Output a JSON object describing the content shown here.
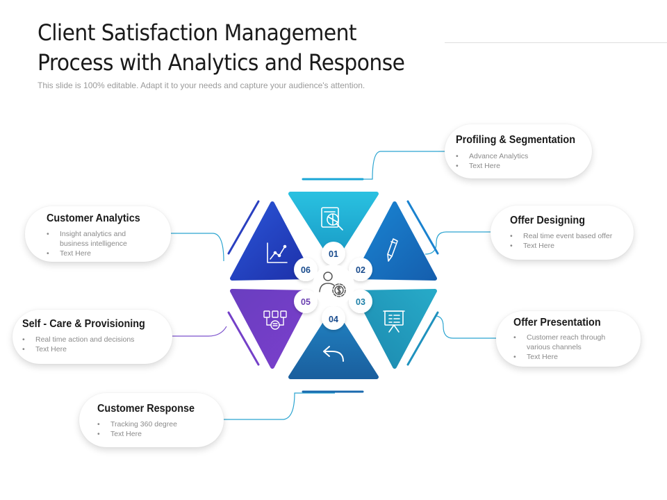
{
  "title_lines": [
    "Client Satisfaction Management",
    "Process with Analytics and Response"
  ],
  "subtitle": "This slide is 100% editable. Adapt it to your needs and capture your audience's attention.",
  "steps": [
    {
      "number": "01",
      "title": "Profiling & Segmentation",
      "bullets": [
        "Advance  Analytics",
        "Text Here"
      ],
      "icon": "analysis-document-icon",
      "color": "#22b4d6"
    },
    {
      "number": "02",
      "title": "Offer Designing",
      "bullets": [
        "Real time event based offer",
        "Text Here"
      ],
      "icon": "pencil-icon",
      "color": "#1874c6"
    },
    {
      "number": "03",
      "title": "Offer Presentation",
      "bullets": [
        "Customer reach through various channels",
        "Text Here"
      ],
      "icon": "presentation-board-icon",
      "color": "#229ebe"
    },
    {
      "number": "04",
      "title": "Customer Response",
      "bullets": [
        "Tracking  360 degree",
        "Text Here"
      ],
      "icon": "reply-arrow-icon",
      "color": "#1c6bb1"
    },
    {
      "number": "05",
      "title": "Self - Care & Provisioning",
      "bullets": [
        "Real time action and decisions",
        "Text Here"
      ],
      "icon": "workflow-icon",
      "color": "#6c38c6"
    },
    {
      "number": "06",
      "title": "Customer Analytics",
      "bullets": [
        "Insight analytics  and business intelligence",
        "Text Here"
      ],
      "icon": "line-chart-icon",
      "color": "#2444c8"
    }
  ],
  "center_icon": "customer-dollar-gear-icon",
  "colors": {
    "number_blue": "#174a8c",
    "number_purple": "#6a3fb0",
    "connector_line": "#2aa4d0"
  }
}
